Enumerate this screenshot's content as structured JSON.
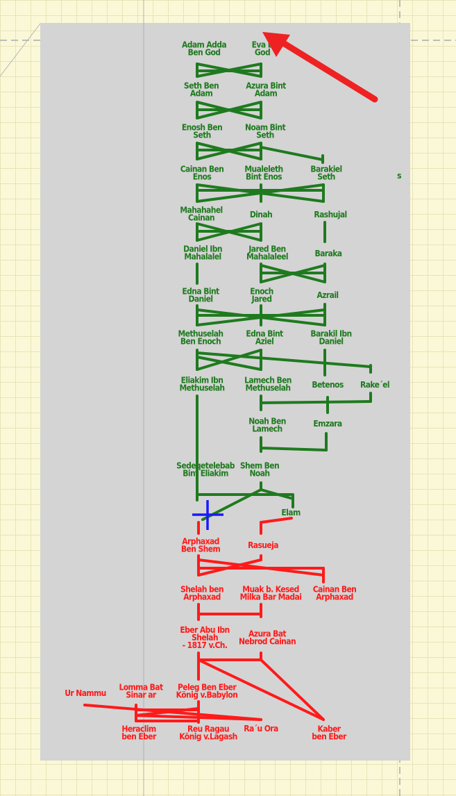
{
  "colors": {
    "paper": "#d4d4d4",
    "ancestor": "#1f7a1f",
    "descendant": "#ff1a1a",
    "marker": "#1a1aff",
    "arrow": "#ee2222",
    "guide": "#a9a9a9"
  },
  "people": {
    "adam": {
      "lines": [
        "Adam Adda",
        "Ben God"
      ]
    },
    "eva": {
      "lines": [
        "Eva B",
        "God"
      ]
    },
    "seth": {
      "lines": [
        "Seth Ben",
        "Adam"
      ]
    },
    "azura": {
      "lines": [
        "Azura Bint",
        "Adam"
      ]
    },
    "enosh": {
      "lines": [
        "Enosh Ben",
        "Seth"
      ]
    },
    "noam": {
      "lines": [
        "Noam Bint",
        "Seth"
      ]
    },
    "cainan": {
      "lines": [
        "Cainan Ben",
        "Enos"
      ]
    },
    "mualeleth": {
      "lines": [
        "Mualeleth",
        "Bint Enos"
      ]
    },
    "barakiel": {
      "lines": [
        "Barakiel",
        "Seth"
      ]
    },
    "mahahahel": {
      "lines": [
        "Mahahahel",
        "Cainan"
      ]
    },
    "dinah": {
      "lines": [
        "Dinah"
      ]
    },
    "rashujal": {
      "lines": [
        "Rashujal"
      ]
    },
    "daniel": {
      "lines": [
        "Daniel Ibn",
        "Mahalalel"
      ]
    },
    "jared": {
      "lines": [
        "Jared Ben",
        "Mahalaleel"
      ]
    },
    "baraka": {
      "lines": [
        "Baraka"
      ]
    },
    "edna1": {
      "lines": [
        "Edna Bint",
        "Daniel"
      ]
    },
    "enoch": {
      "lines": [
        "Enoch",
        "Jared"
      ]
    },
    "azrail": {
      "lines": [
        "Azrail"
      ]
    },
    "methuselah": {
      "lines": [
        "Methuselah",
        "Ben Enoch"
      ]
    },
    "edna2": {
      "lines": [
        "Edna Bint",
        "Aziel"
      ]
    },
    "barakil": {
      "lines": [
        "Barakil Ibn",
        "Daniel"
      ]
    },
    "eliakim": {
      "lines": [
        "Eliakim Ibn",
        "Methuselah"
      ]
    },
    "lamech": {
      "lines": [
        "Lamech Ben",
        "Methuselah"
      ]
    },
    "betenos": {
      "lines": [
        "Betenos"
      ]
    },
    "rakeel": {
      "lines": [
        "Rake´el"
      ]
    },
    "noah": {
      "lines": [
        "Noah Ben",
        "Lamech"
      ]
    },
    "emzara": {
      "lines": [
        "Emzara"
      ]
    },
    "sedeqet": {
      "lines": [
        "Sedeqetelebab",
        "Bint Eliakim"
      ]
    },
    "shem": {
      "lines": [
        "Shem Ben",
        "Noah"
      ]
    },
    "elam": {
      "lines": [
        "Elam"
      ]
    },
    "arphaxad": {
      "lines": [
        "Arphaxad",
        "Ben Shem"
      ]
    },
    "rasueja": {
      "lines": [
        "Rasueja"
      ]
    },
    "shelah": {
      "lines": [
        "Shelah ben",
        "Arphaxad"
      ]
    },
    "muak": {
      "lines": [
        "Muak b. Kesed",
        "Milka Bar Madai"
      ]
    },
    "cainan2": {
      "lines": [
        "Cainan Ben",
        "Arphaxad"
      ]
    },
    "eber": {
      "lines": [
        "Eber Abu Ibn",
        "Shelah",
        "- 1817 v.Ch."
      ]
    },
    "azurabat": {
      "lines": [
        "Azura Bat",
        "Nebrod Cainan"
      ]
    },
    "urnammu": {
      "lines": [
        "Ur Nammu"
      ]
    },
    "lomma": {
      "lines": [
        "Lomma Bat",
        "Sinar ar"
      ]
    },
    "peleg": {
      "lines": [
        "Peleg Ben Eber",
        "König v.Babylon"
      ]
    },
    "heraclim": {
      "lines": [
        "Heraclim",
        "ben Eber"
      ]
    },
    "reu": {
      "lines": [
        "Reu Ragau",
        "König v.Lagash"
      ]
    },
    "raua": {
      "lines": [
        "Ra´u Ora"
      ]
    },
    "kaber": {
      "lines": [
        "Kaber",
        "ben Eber"
      ]
    },
    "edge_s": {
      "lines": [
        "s"
      ]
    }
  }
}
